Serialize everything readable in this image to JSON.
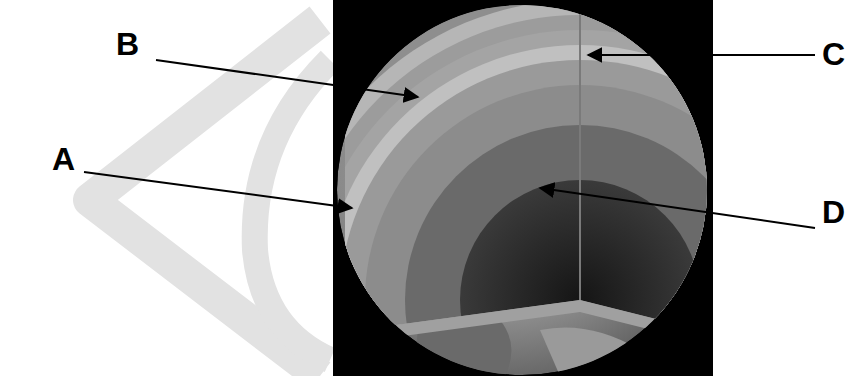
{
  "diagram": {
    "labels": [
      "B",
      "C",
      "A",
      "D"
    ]
  }
}
